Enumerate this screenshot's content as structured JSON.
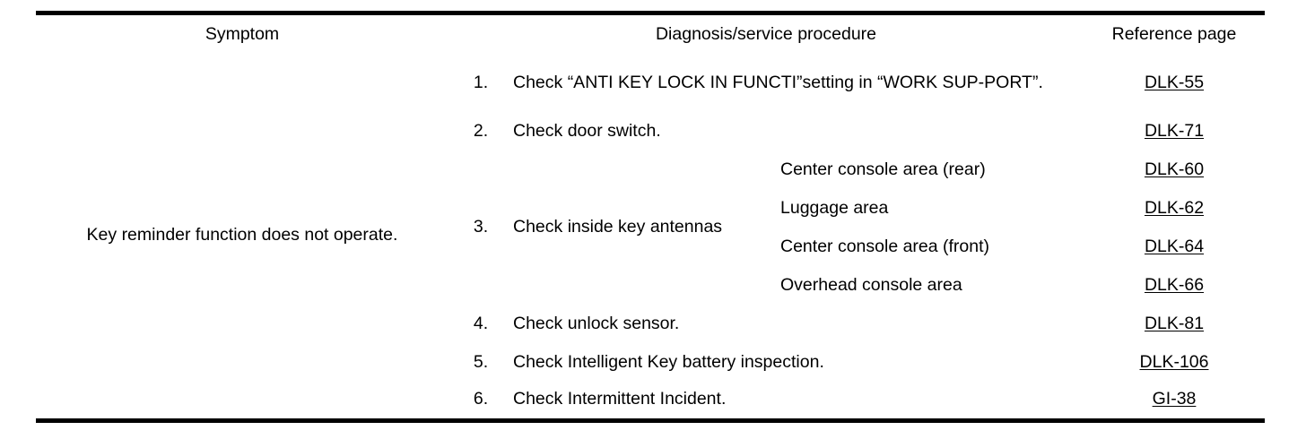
{
  "table": {
    "headers": {
      "symptom": "Symptom",
      "procedure": "Diagnosis/service procedure",
      "reference": "Reference page"
    },
    "symptom": "Key reminder function does not operate.",
    "steps": [
      {
        "number": "1.",
        "text": "Check “ANTI KEY LOCK IN FUNCTI”setting in “WORK SUP-PORT”.",
        "reference": "DLK-55"
      },
      {
        "number": "2.",
        "text": "Check door switch.",
        "reference": "DLK-71"
      },
      {
        "number": "3.",
        "text": "Check inside key antennas",
        "areas": [
          {
            "label": "Center console area (rear)",
            "reference": "DLK-60"
          },
          {
            "label": "Luggage area",
            "reference": "DLK-62"
          },
          {
            "label": "Center console area (front)",
            "reference": "DLK-64"
          },
          {
            "label": "Overhead console area",
            "reference": "DLK-66"
          }
        ]
      },
      {
        "number": "4.",
        "text": "Check unlock sensor.",
        "reference": "DLK-81"
      },
      {
        "number": "5.",
        "text": "Check Intelligent Key battery inspection.",
        "reference": "DLK-106"
      },
      {
        "number": "6.",
        "text": "Check Intermittent Incident.",
        "reference": "GI-38"
      }
    ]
  }
}
